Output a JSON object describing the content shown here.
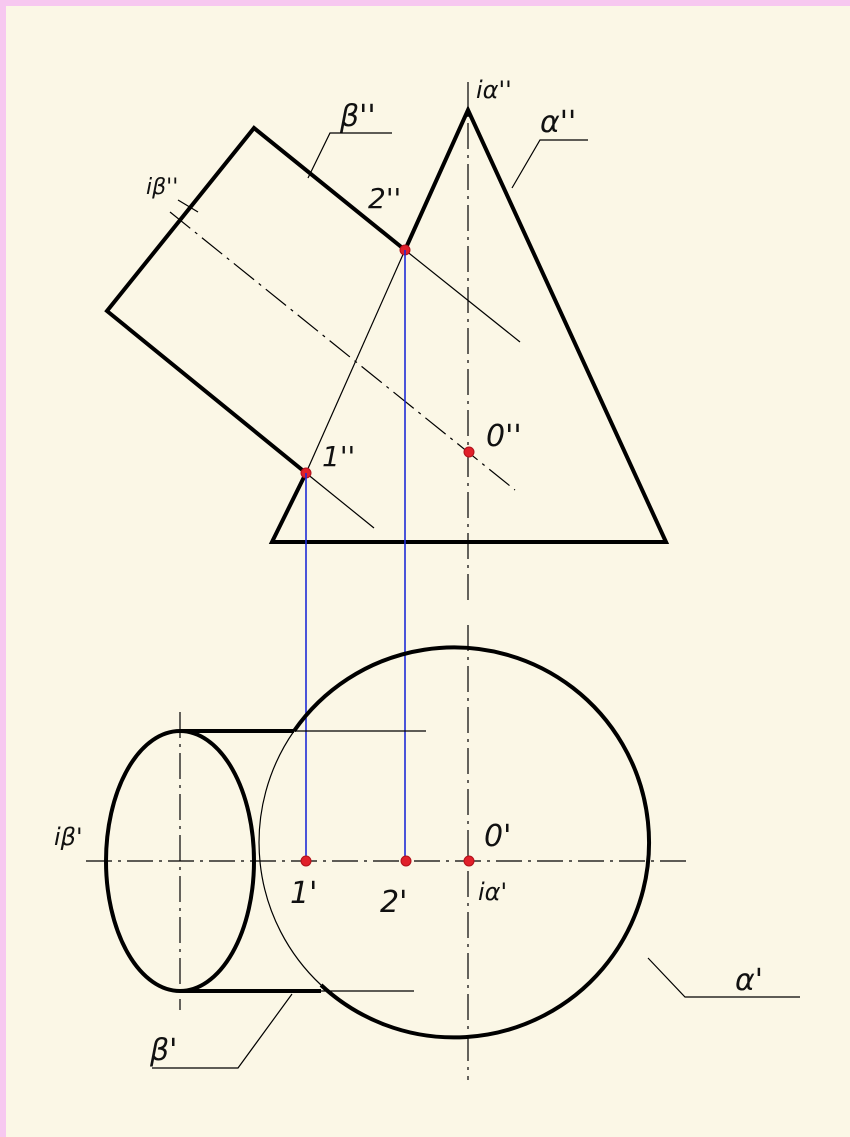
{
  "labels": {
    "ia_front": "iα''",
    "alpha_front": "α''",
    "beta_front": "β''",
    "ib_front": "iβ''",
    "p2_front": "2''",
    "p1_front": "1''",
    "o_front": "0''",
    "ib_top": "iβ'",
    "o_top": "0'",
    "p1_top": "1'",
    "p2_top": "2'",
    "ia_top": "iα'",
    "alpha_top": "α'",
    "beta_top": "β'"
  },
  "colors": {
    "background": "#fbf7e6",
    "frame": "#f7c8f0",
    "projection_lines": "#1e2bd6",
    "points": "#e0202a"
  }
}
